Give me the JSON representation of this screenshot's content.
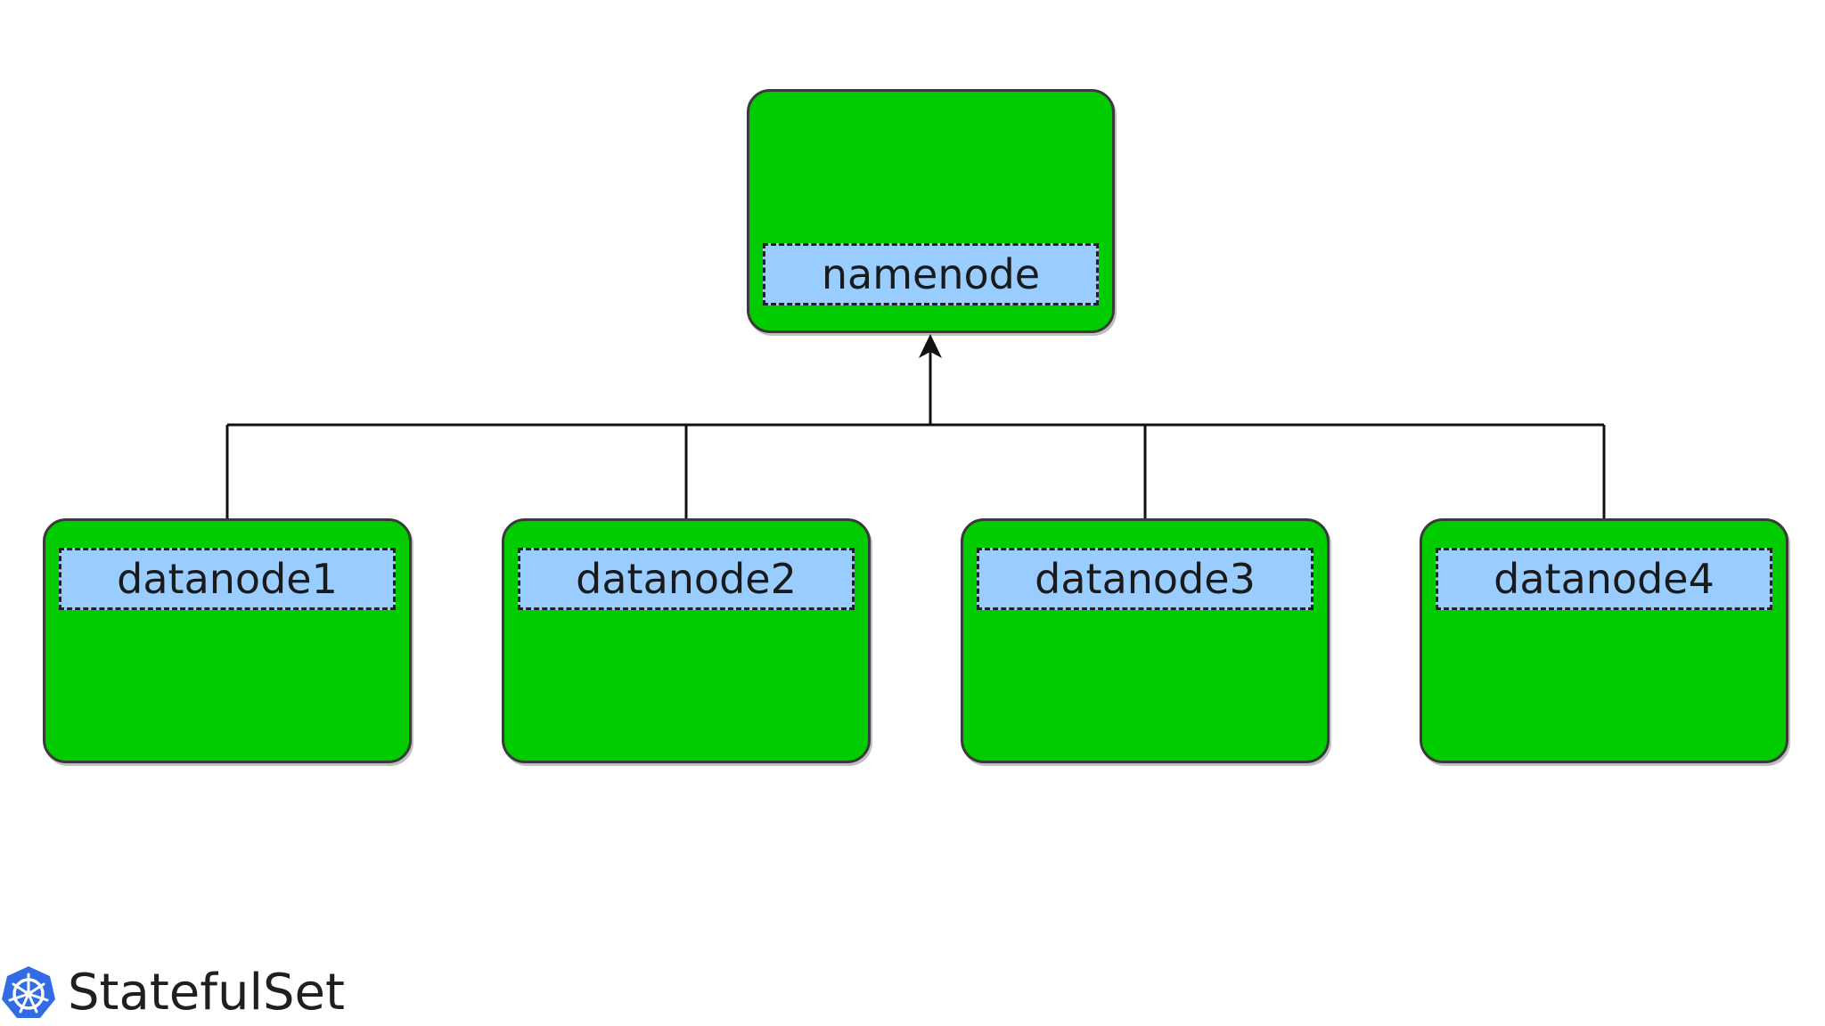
{
  "diagram": {
    "root": {
      "label": "namenode"
    },
    "children": [
      {
        "label": "datanode1"
      },
      {
        "label": "datanode2"
      },
      {
        "label": "datanode3"
      },
      {
        "label": "datanode4"
      }
    ],
    "edges": [
      {
        "from": "datanode1",
        "to": "namenode"
      },
      {
        "from": "datanode2",
        "to": "namenode"
      },
      {
        "from": "datanode3",
        "to": "namenode"
      },
      {
        "from": "datanode4",
        "to": "namenode"
      }
    ]
  },
  "colors": {
    "node_fill": "#00cc00",
    "label_fill": "#99ccff",
    "line": "#111111",
    "kubernetes_blue": "#326ce5"
  },
  "footer": {
    "icon": "kubernetes-helm-wheel-icon",
    "label": "StatefulSet"
  }
}
